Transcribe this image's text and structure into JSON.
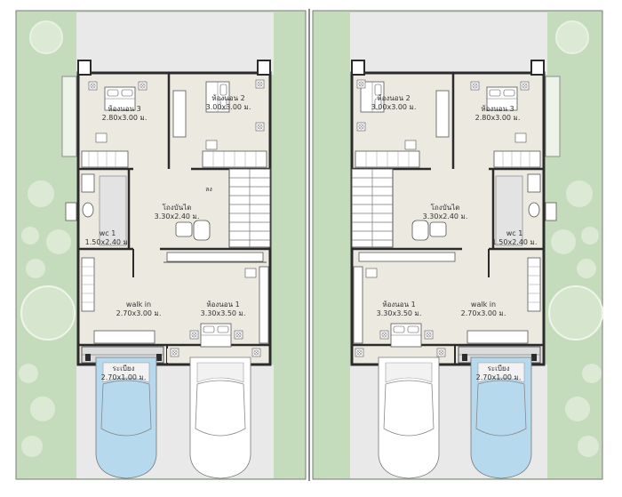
{
  "colors": {
    "lawn": "#c5dcbc",
    "room_floor": "#ece9e1",
    "paving": "#e9e9e9",
    "wall": "#2b2b2b",
    "outline": "#555555",
    "tree": "#d9e8d2",
    "car_white": "#ffffff",
    "car_blue": "#b7d9ee"
  },
  "left_unit": {
    "bedroom3": {
      "name": "ห้องนอน 3",
      "dims": "2.80x3.00 ม."
    },
    "bedroom2": {
      "name": "ห้องนอน 2",
      "dims": "3.00x3.00 ม."
    },
    "hall": {
      "name": "โถงบันได",
      "dims": "3.30x2.40 ม."
    },
    "stair_mark": "ลง",
    "wc": {
      "name": "wc 1",
      "dims": "1.50x2.40 ม."
    },
    "walkin": {
      "name": "walk in",
      "dims": "2.70x3.00 ม."
    },
    "bedroom1": {
      "name": "ห้องนอน 1",
      "dims": "3.30x3.50 ม."
    },
    "balcony": {
      "name": "ระเบียง",
      "dims": "2.70x1.00 ม."
    }
  },
  "right_unit": {
    "bedroom2": {
      "name": "ห้องนอน 2",
      "dims": "3.00x3.00 ม."
    },
    "bedroom3": {
      "name": "ห้องนอน 3",
      "dims": "2.80x3.00 ม."
    },
    "hall": {
      "name": "โถงบันได",
      "dims": "3.30x2.40 ม."
    },
    "wc": {
      "name": "wc 1",
      "dims": "1.50x2.40 ม."
    },
    "bedroom1": {
      "name": "ห้องนอน 1",
      "dims": "3.30x3.50 ม."
    },
    "walkin": {
      "name": "walk in",
      "dims": "2.70x3.00 ม."
    },
    "balcony": {
      "name": "ระเบียง",
      "dims": "2.70x1.00 ม."
    }
  }
}
